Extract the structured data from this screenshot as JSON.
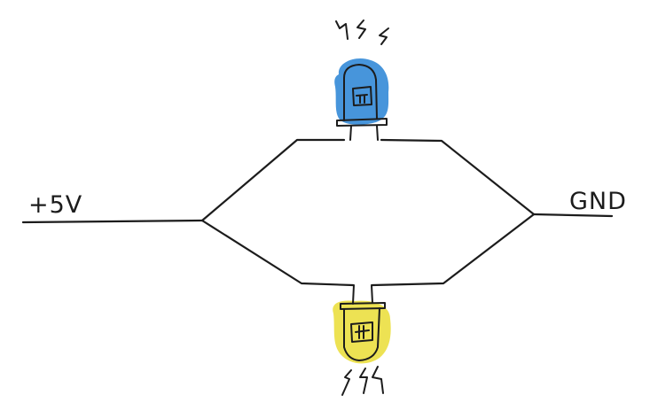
{
  "diagram": {
    "supply_label": "+5V",
    "ground_label": "GND"
  },
  "colors": {
    "wire": "#1c1c1c",
    "led_top": "#3d8fd9",
    "led_bottom": "#ece04a"
  },
  "components": [
    {
      "name": "led-top",
      "color": "blue",
      "icon": "light-emitting-diode"
    },
    {
      "name": "led-bottom",
      "color": "yellow",
      "icon": "light-emitting-diode"
    }
  ]
}
